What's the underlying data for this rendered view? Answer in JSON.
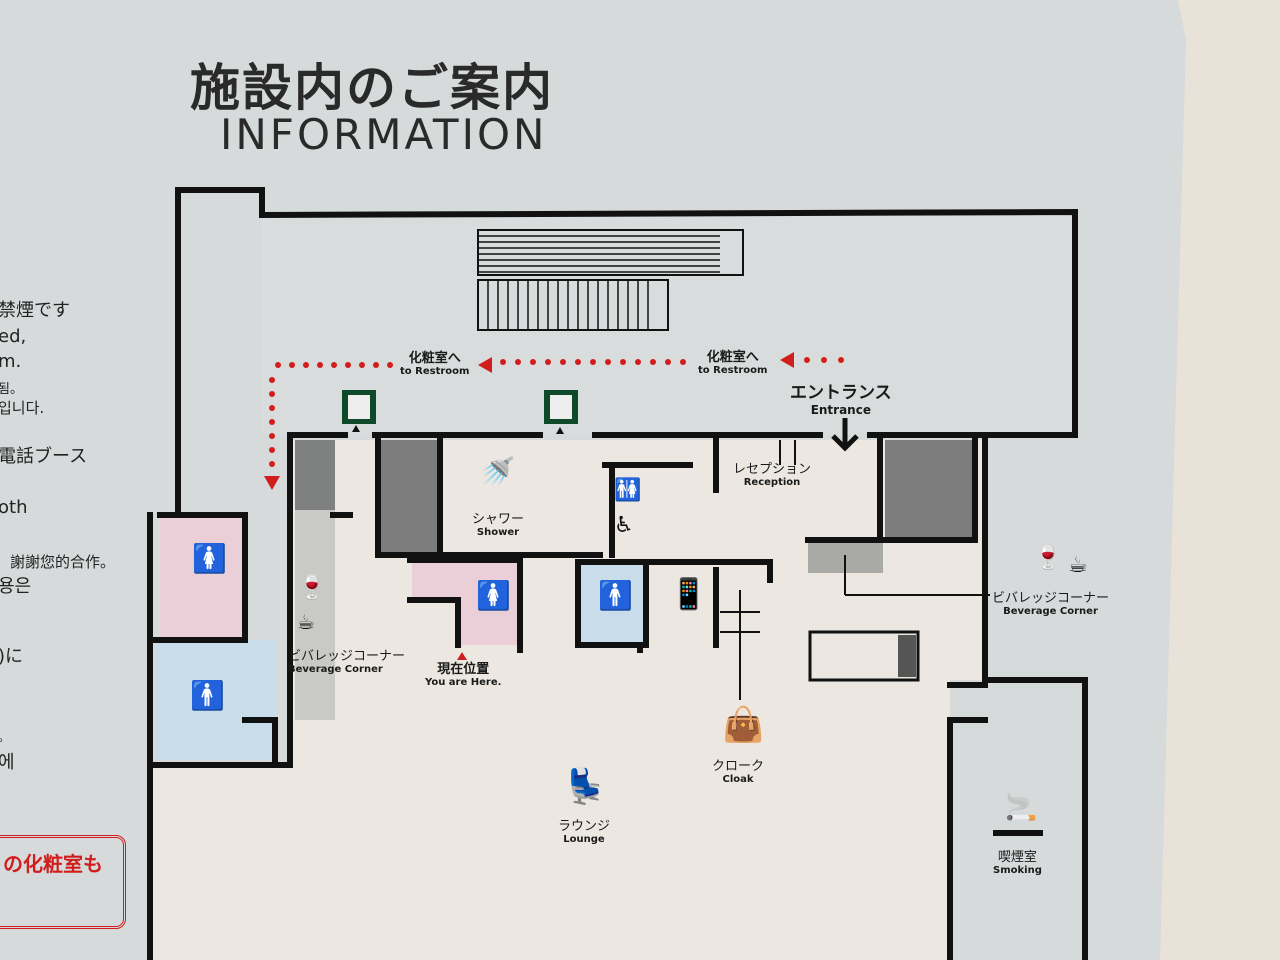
{
  "header": {
    "title": "施設内のご案内",
    "subtitle": "INFORMATION"
  },
  "side_text": [
    "禁煙です",
    "ed,",
    "m.",
    "됨。",
    "입니다.",
    "電話ブース",
    "oth",
    "謝謝您的合作。",
    "용은",
    ")に",
    "。",
    "에"
  ],
  "notice": "の化粧室も",
  "routes": [
    {
      "jp": "化粧室へ",
      "en": "to Restroom"
    },
    {
      "jp": "化粧室へ",
      "en": "to Restroom"
    }
  ],
  "entrance": {
    "jp": "エントランス",
    "en": "Entrance"
  },
  "shower": {
    "jp": "シャワー",
    "en": "Shower"
  },
  "reception": {
    "jp": "レセプション",
    "en": "Reception"
  },
  "beverage_left": {
    "jp": "ビバレッジコーナー",
    "en": "Beverage Corner"
  },
  "beverage_right": {
    "jp": "ビバレッジコーナー",
    "en": "Beverage Corner"
  },
  "you_are_here": {
    "jp": "現在位置",
    "en": "You are Here."
  },
  "cloak": {
    "jp": "クローク",
    "en": "Cloak"
  },
  "lounge": {
    "jp": "ラウンジ",
    "en": "Lounge"
  },
  "smoking": {
    "jp": "喫煙室",
    "en": "Smoking"
  },
  "colors": {
    "route": "#d21d1d",
    "women": "#ebcfd8",
    "men": "#c9dcea",
    "wall": "#111111",
    "dark_room": "#7d7d7d",
    "exit": "#0e4a2a"
  }
}
